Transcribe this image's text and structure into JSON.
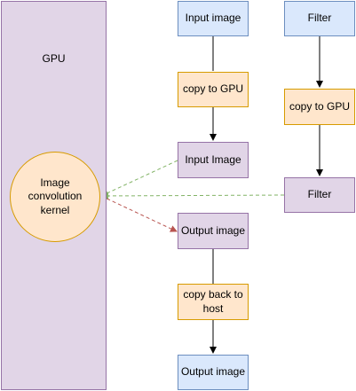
{
  "gpu": {
    "label": "GPU"
  },
  "kernel": {
    "label": "Image convolution kernel"
  },
  "nodes": {
    "input_image_host": "Input image",
    "filter_host": "Filter",
    "copy_image_to_gpu": "copy to GPU",
    "copy_filter_to_gpu": "copy to GPU",
    "input_image_gpu": "Input Image",
    "filter_gpu": "Filter",
    "output_image_gpu": "Output image",
    "copy_back_to_host": "copy back to host",
    "output_image_host": "Output image"
  },
  "colors": {
    "host_fill": "#dae8fc",
    "host_stroke": "#6c8ebf",
    "copy_fill": "#ffe6cc",
    "copy_stroke": "#d79b00",
    "gpu_fill": "#e1d5e7",
    "gpu_stroke": "#9673a6",
    "flow_arrow": "#000000",
    "read_arrow": "#82b366",
    "write_arrow": "#b85450"
  }
}
